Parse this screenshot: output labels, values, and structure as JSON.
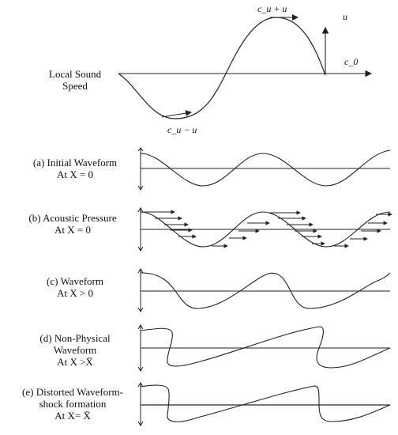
{
  "top": {
    "local_sound_speed_label": [
      "Local Sound",
      "Speed"
    ],
    "peak_label": "c_u + u",
    "trough_label": "c_u − u",
    "u_label": "u",
    "c0_label": "c_0"
  },
  "panels": [
    {
      "id": "a",
      "lines": [
        "(a)  Initial Waveform",
        "At X = 0"
      ]
    },
    {
      "id": "b",
      "lines": [
        "(b) Acoustic Pressure",
        "At X = 0"
      ]
    },
    {
      "id": "c",
      "lines": [
        "(c) Waveform",
        "At X > 0"
      ]
    },
    {
      "id": "d",
      "lines": [
        "(d) Non-Physical",
        "Waveform",
        "At X >X̄"
      ]
    },
    {
      "id": "e",
      "lines": [
        "(e) Distorted Waveform-",
        "shock formation",
        "At X= X̄"
      ]
    }
  ],
  "colors": {
    "ink": "#222222",
    "axis_e": "#1f2a44"
  }
}
